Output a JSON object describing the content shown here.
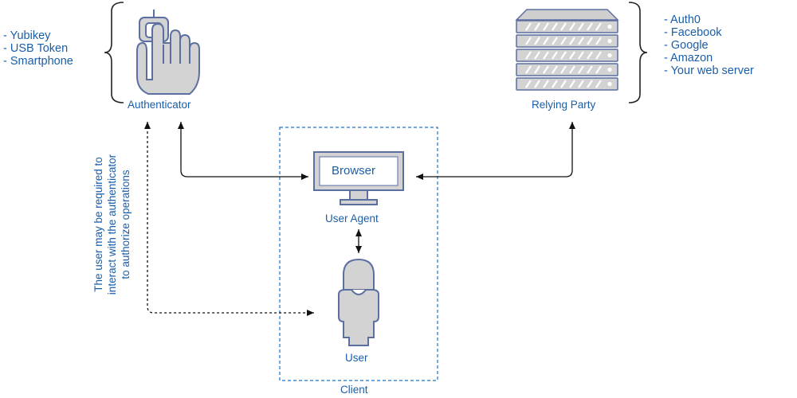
{
  "authenticator": {
    "label": "Authenticator",
    "examples": [
      "- Yubikey",
      "- USB Token",
      "- Smartphone"
    ]
  },
  "relying_party": {
    "label": "Relying Party",
    "examples": [
      "- Auth0",
      "- Facebook",
      "- Google",
      "- Amazon",
      "- Your web server"
    ]
  },
  "client": {
    "label": "Client",
    "browser_label": "Browser",
    "user_agent_label": "User Agent",
    "user_label": "User"
  },
  "note": {
    "lines": [
      "The user may be required to",
      "interact with the authenticator",
      "to authorize operations"
    ]
  },
  "colors": {
    "text": "#1a5ea8",
    "icon_fill": "#d3d3d3",
    "icon_stroke": "#5b6fa0",
    "client_border": "#1a73c8",
    "arrow": "#111111"
  }
}
